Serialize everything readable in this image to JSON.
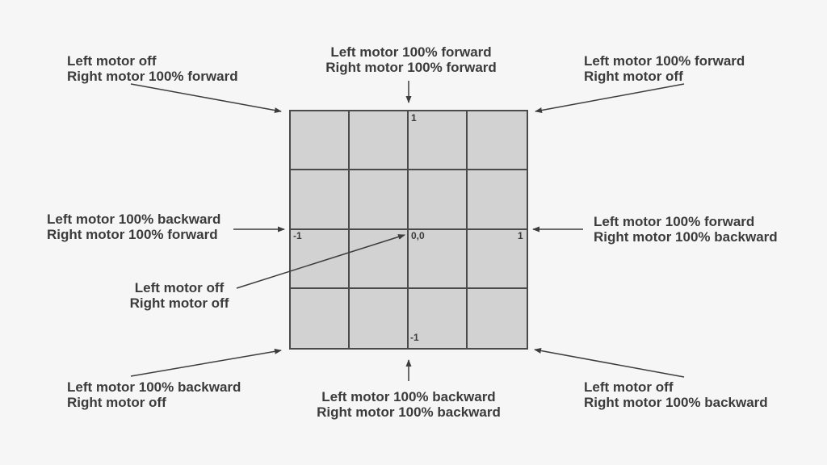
{
  "colors": {
    "background": "#f5f5f5",
    "grid_fill": "#d2d2d2",
    "grid_line": "#4a4a4a",
    "arrow": "#3d3d3d",
    "text": "#3b3b3b"
  },
  "grid": {
    "rows": 4,
    "cols": 4,
    "ticks": {
      "top": "1",
      "left": "-1",
      "origin": "0,0",
      "right": "1",
      "bottom": "-1"
    }
  },
  "labels": {
    "top_left": {
      "line1": "Left motor off",
      "line2": "Right motor 100% forward"
    },
    "top_center": {
      "line1": "Left motor 100% forward",
      "line2": "Right motor 100% forward"
    },
    "top_right": {
      "line1": "Left motor 100% forward",
      "line2": "Right motor off"
    },
    "mid_left": {
      "line1": "Left motor 100% backward",
      "line2": "Right motor 100% forward"
    },
    "mid_right": {
      "line1": "Left motor 100% forward",
      "line2": "Right motor 100% backward"
    },
    "center": {
      "line1": "Left motor off",
      "line2": "Right motor off"
    },
    "bottom_left": {
      "line1": "Left motor 100% backward",
      "line2": "Right motor off"
    },
    "bottom_center": {
      "line1": "Left motor 100% backward",
      "line2": "Right motor 100% backward"
    },
    "bottom_right": {
      "line1": "Left motor off",
      "line2": "Right motor 100% backward"
    }
  }
}
